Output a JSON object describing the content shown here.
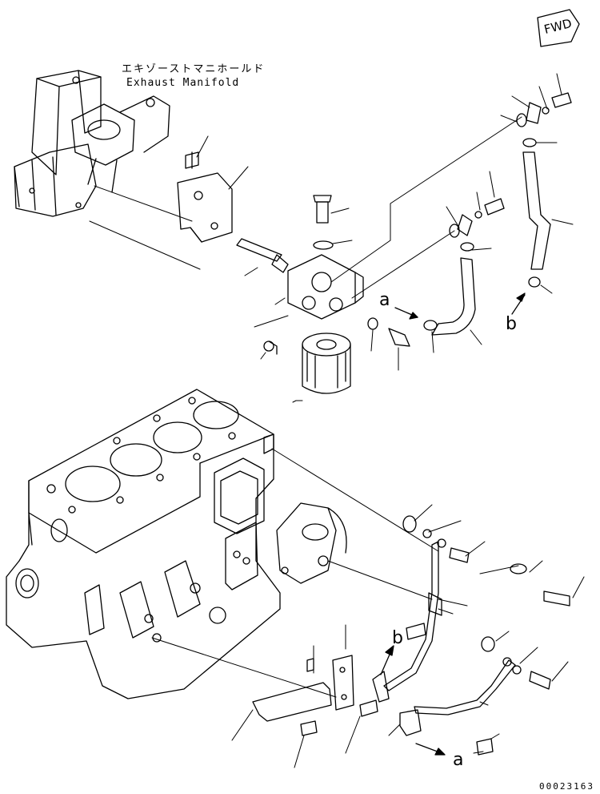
{
  "header": {
    "label_ja": "エキゾーストマニホールド",
    "label_en": "Exhaust Manifold",
    "fwd": "FWD"
  },
  "references": {
    "a_upper": "a",
    "b_upper": "b",
    "b_lower": "b",
    "a_lower": "a"
  },
  "footer": {
    "doc_number": "00023163"
  }
}
